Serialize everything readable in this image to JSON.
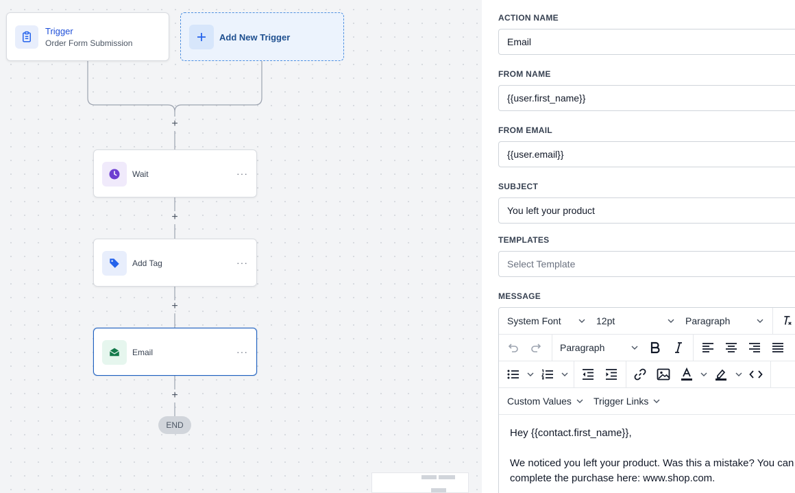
{
  "canvas": {
    "trigger": {
      "title": "Trigger",
      "subtitle": "Order Form Submission",
      "icon": "clipboard-icon"
    },
    "add_trigger": {
      "label": "Add New Trigger",
      "icon": "plus-icon"
    },
    "plus_symbol": "+",
    "nodes": [
      {
        "label": "Wait",
        "icon": "clock-icon",
        "tile_color": "#f0eafb",
        "icon_color": "#6d3fd1"
      },
      {
        "label": "Add Tag",
        "icon": "tag-icon",
        "tile_color": "#e8eefc",
        "icon_color": "#2563eb"
      },
      {
        "label": "Email",
        "icon": "envelope-icon",
        "tile_color": "#e6f6ee",
        "icon_color": "#13794a",
        "selected": true
      }
    ],
    "more_symbol": "···",
    "end_label": "END"
  },
  "panel": {
    "action_name": {
      "label": "ACTION NAME",
      "value": "Email"
    },
    "from_name": {
      "label": "FROM NAME",
      "value": "{{user.first_name}}"
    },
    "from_email": {
      "label": "FROM EMAIL",
      "value": "{{user.email}}"
    },
    "subject": {
      "label": "SUBJECT",
      "value": "You left your product"
    },
    "templates": {
      "label": "TEMPLATES",
      "placeholder": "Select Template"
    },
    "message": {
      "label": "MESSAGE",
      "toolbar": {
        "font_family": "System Font",
        "font_size": "12pt",
        "block_format": "Paragraph",
        "block_format_2": "Paragraph",
        "custom_values": "Custom Values",
        "trigger_links": "Trigger Links"
      },
      "body": {
        "greeting": "Hey {{contact.first_name}},",
        "paragraph": "We noticed you left your product. Was this a mistake? You can complete the purchase here: www.shop.com."
      }
    }
  },
  "colors": {
    "accent": "#1d5fbf",
    "canvas_bg": "#f3f4f6",
    "end_pill": "#d1d5db"
  }
}
